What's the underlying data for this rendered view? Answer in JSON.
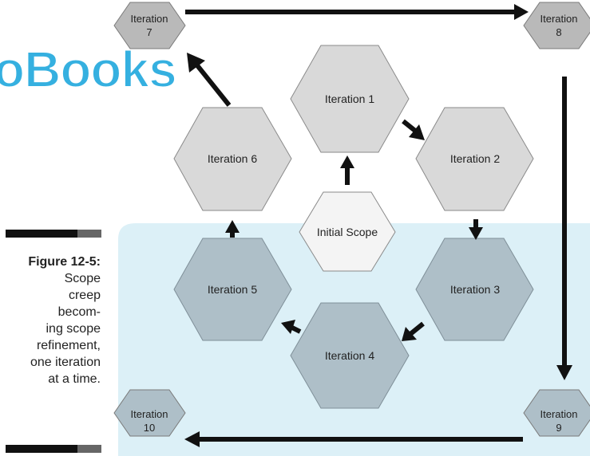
{
  "watermark": "oBooks",
  "caption": {
    "figure_label": "Figure 12-5:",
    "lines": [
      "Scope",
      "creep",
      "becom-",
      "ing scope",
      "refinement,",
      "one iteration",
      "at a time."
    ]
  },
  "diagram": {
    "initial_scope": "Initial Scope",
    "iterations": [
      {
        "label": "Iteration 1"
      },
      {
        "label": "Iteration 2"
      },
      {
        "label": "Iteration 3"
      },
      {
        "label": "Iteration 4"
      },
      {
        "label": "Iteration 5"
      },
      {
        "label": "Iteration 6"
      }
    ],
    "small": [
      {
        "line1": "Iteration",
        "line2": "7"
      },
      {
        "line1": "Iteration",
        "line2": "8"
      },
      {
        "line1": "Iteration",
        "line2": "9"
      },
      {
        "line1": "Iteration",
        "line2": "10"
      }
    ]
  },
  "colors": {
    "hex_light": "#d9d9d9",
    "hex_blue": "#aebfc8",
    "hex_small": "#b9b9b9",
    "hex_initial": "#f4f4f4",
    "background_blue": "#dcf0f7",
    "arrow": "#111111"
  }
}
